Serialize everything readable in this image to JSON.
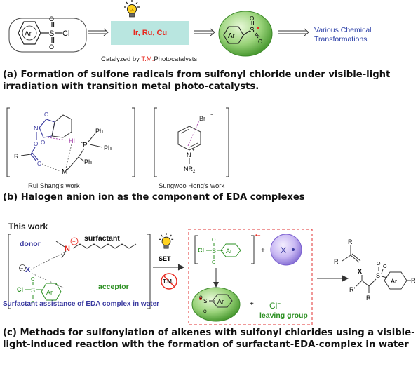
{
  "panel_a": {
    "ar": "Ar",
    "s": "S",
    "cl": "Cl",
    "metals": "Ir, Ru, Cu",
    "catalyzed_prefix": "Catalyzed by ",
    "catalyzed_tm": "T.M.",
    "catalyzed_suffix": "Photocatalysts",
    "various_line1": "Various Chemical",
    "various_line2": "Transformations",
    "caption": "(a)  Formation of sulfone radicals from sulfonyl chloride under visible-light irradiation with transition metal photo-catalysts."
  },
  "panel_b": {
    "rui_work": "Rui Shang's work",
    "hong_work": "Sungwoo Hong's work",
    "atoms": {
      "n": "N",
      "o": "O",
      "r": "R",
      "m": "M",
      "p": "P",
      "ph": "Ph",
      "hi": "HI",
      "br": "Br",
      "nr2": "NR",
      "nr2_sub": "2"
    },
    "caption": "(b) Halogen anion ion as the component  of EDA complexes"
  },
  "panel_c": {
    "this_work": "This work",
    "donor": "donor",
    "surfactant": "surfactant",
    "acceptor": "acceptor",
    "surfactant_assist": "Surfactant assistance of EDA complex in  water",
    "set": "SET",
    "tm": "T.M.",
    "cl_minus": "Cl",
    "leaving_group": "leaving group",
    "x": "X",
    "r": "R",
    "r_prime": "R'",
    "caption": "(c)  Methods  for  sulfonylation  of  alkenes  with  sulfonyl  chlorides  using  a visible-light-induced reaction with the formation of surfactant-EDA-complex in water"
  },
  "colors": {
    "blue_text": "#2b3fa8",
    "red": "#e8281e",
    "green": "#2a8f20",
    "catalyst_box": "#b9e6e0",
    "dashed_box": "#e03030",
    "purple": "#8a2be2"
  }
}
